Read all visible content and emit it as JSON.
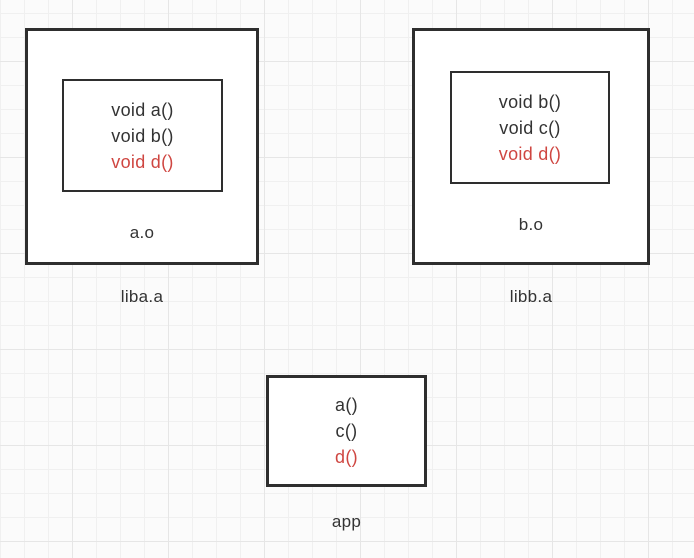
{
  "colors": {
    "border": "#2e2e2e",
    "text": "#333333",
    "highlight": "#cf4641",
    "background": "#fbfbfb",
    "grid_minor": "#f0f0f0",
    "grid_major": "#e6e6e6"
  },
  "libraries": [
    {
      "label": "liba.a",
      "object_file": {
        "label": "a.o",
        "functions": [
          {
            "text": "void a()",
            "highlight": false
          },
          {
            "text": "void b()",
            "highlight": false
          },
          {
            "text": "void d()",
            "highlight": true
          }
        ]
      }
    },
    {
      "label": "libb.a",
      "object_file": {
        "label": "b.o",
        "functions": [
          {
            "text": "void b()",
            "highlight": false
          },
          {
            "text": "void c()",
            "highlight": false
          },
          {
            "text": "void d()",
            "highlight": true
          }
        ]
      }
    }
  ],
  "app": {
    "label": "app",
    "symbols": [
      {
        "text": "a()",
        "highlight": false
      },
      {
        "text": "c()",
        "highlight": false
      },
      {
        "text": "d()",
        "highlight": true
      }
    ]
  }
}
